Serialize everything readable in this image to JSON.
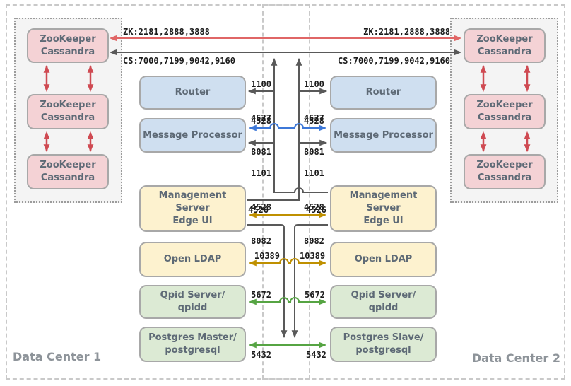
{
  "datacenters": {
    "dc1": {
      "label": "Data Center 1"
    },
    "dc2": {
      "label": "Data Center 2"
    }
  },
  "zookeeper": {
    "left": [
      {
        "line1": "ZooKeeper",
        "line2": "Cassandra"
      },
      {
        "line1": "ZooKeeper",
        "line2": "Cassandra"
      },
      {
        "line1": "ZooKeeper",
        "line2": "Cassandra"
      }
    ],
    "right": [
      {
        "line1": "ZooKeeper",
        "line2": "Cassandra"
      },
      {
        "line1": "ZooKeeper",
        "line2": "Cassandra"
      },
      {
        "line1": "ZooKeeper",
        "line2": "Cassandra"
      }
    ]
  },
  "components": {
    "left": {
      "router": {
        "label": "Router"
      },
      "message_processor": {
        "label": "Message Processor"
      },
      "management_server": {
        "line1": "Management Server",
        "line2": "Edge UI"
      },
      "open_ldap": {
        "label": "Open LDAP"
      },
      "qpid": {
        "line1": "Qpid Server/",
        "line2": "qpidd"
      },
      "postgres": {
        "line1": "Postgres Master/",
        "line2": "postgresql"
      }
    },
    "right": {
      "router": {
        "label": "Router"
      },
      "message_processor": {
        "label": "Message Processor"
      },
      "management_server": {
        "line1": "Management Server",
        "line2": "Edge UI"
      },
      "open_ldap": {
        "label": "Open LDAP"
      },
      "qpid": {
        "line1": "Qpid Server/",
        "line2": "qpidd"
      },
      "postgres": {
        "line1": "Postgres Slave/",
        "line2": "postgresql"
      }
    }
  },
  "connections": {
    "zk_label": "ZK:2181,2888,3888",
    "cs_label": "CS:7000,7199,9042,9160",
    "router_ports": [
      "1100",
      "4527",
      "8081"
    ],
    "mp_sync_port": "4528",
    "mp_ports": [
      "1101",
      "4528",
      "8082"
    ],
    "management_port": "4526",
    "ldap_port": "10389",
    "qpid_port": "5672",
    "postgres_port": "5432"
  },
  "colors": {
    "zk_line": "#e06666",
    "cluster_arrow": "#cf4a52",
    "component_line": "#595959",
    "mp_sync_line": "#3d78d8",
    "management_line": "#bf9000",
    "db_line": "#56a443",
    "cassandra_fill": "#f4d2d5",
    "gateway_fill": "#cfdff0",
    "management_fill": "#fdf2cf",
    "db_fill": "#dcead4",
    "box_border": "#a8a8a8",
    "dc_border": "#c9c9c9",
    "cluster_fill": "#f4f4f4"
  }
}
